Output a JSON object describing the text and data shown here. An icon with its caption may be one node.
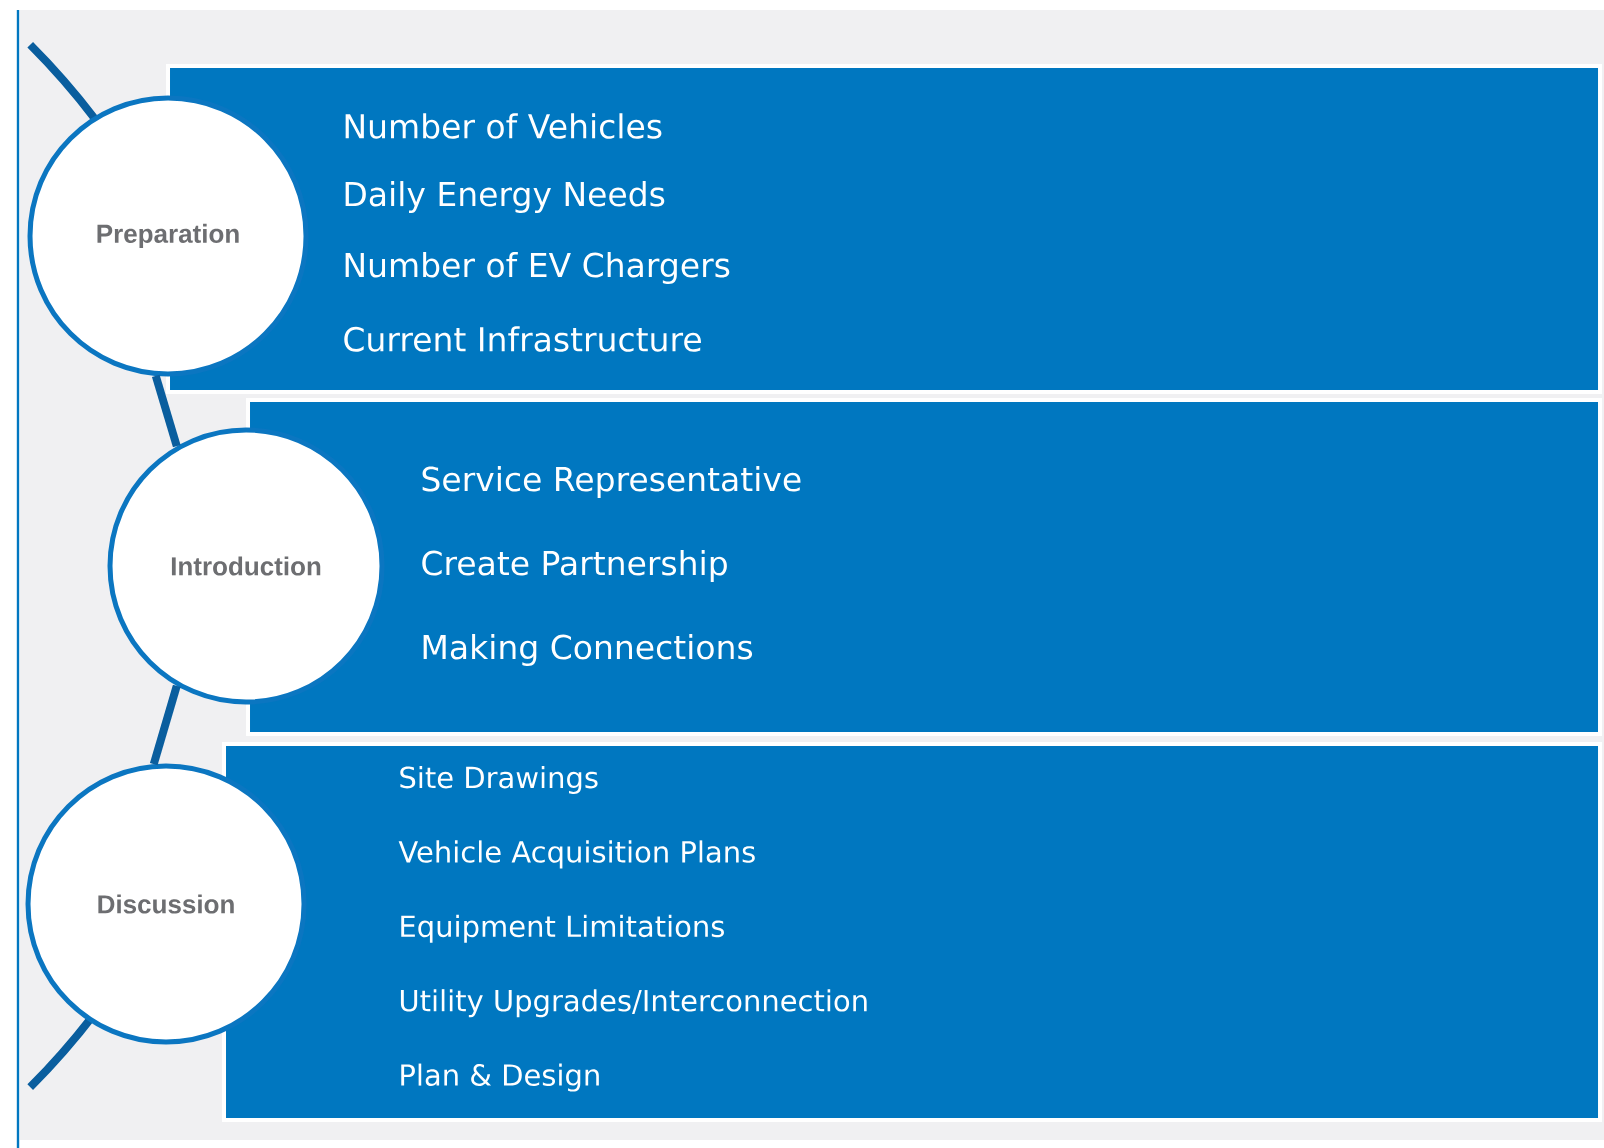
{
  "diagram": {
    "nodes": [
      {
        "text": [
          "Preparation"
        ]
      },
      {
        "text": [
          "Number of Vehicles",
          "Daily Energy Needs",
          "Number of EV Chargers",
          "Current Infrastructure"
        ]
      },
      {
        "text": [
          "Introduction"
        ]
      },
      {
        "text": [
          "Service Representative",
          "Create Partnership",
          "Making Connections"
        ]
      },
      {
        "text": [
          "Discussion"
        ]
      },
      {
        "text": [
          "Site Drawings",
          "Vehicle Acquisition Plans",
          "Equipment Limitations",
          "Utility Upgrades/Interconnection",
          "Plan & Design"
        ]
      }
    ],
    "edges": [
      {
        "from": 0,
        "to": 2,
        "arrow": "none"
      },
      {
        "from": 2,
        "to": 4,
        "arrow": "none"
      }
    ]
  }
}
